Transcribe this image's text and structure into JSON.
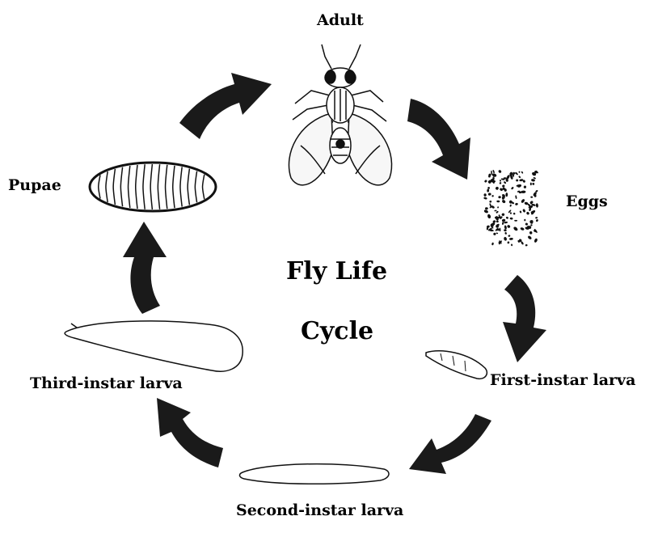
{
  "title": {
    "line1": "Fly Life",
    "line2": "Cycle"
  },
  "stages": {
    "adult": "Adult",
    "eggs": "Eggs",
    "first_instar": "First-instar larva",
    "second_instar": "Second-instar larva",
    "third_instar": "Third-instar larva",
    "pupae": "Pupae"
  },
  "colors": {
    "arrow": "#1a1a1a",
    "line": "#111111",
    "background": "#ffffff"
  }
}
